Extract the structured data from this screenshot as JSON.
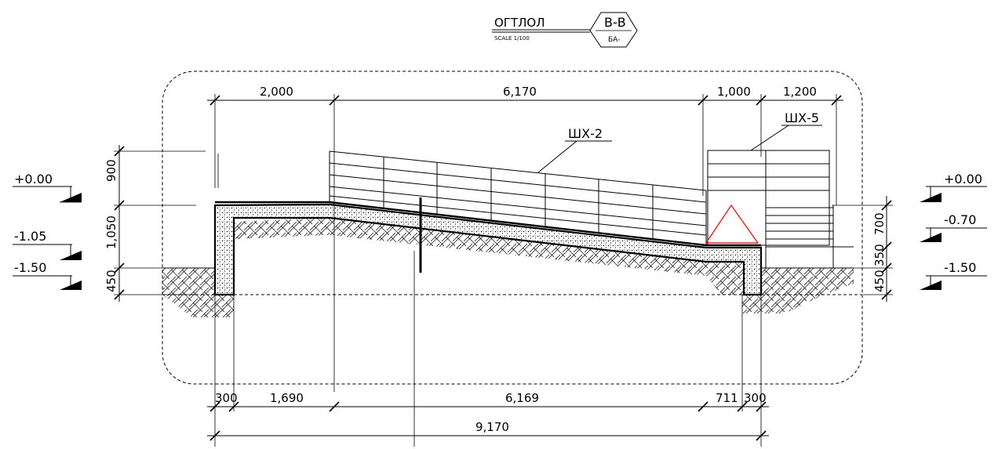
{
  "title": {
    "name": "ОГТЛОЛ",
    "scale": "SCALE 1/100",
    "section": "В-В",
    "sheet": "БА-"
  },
  "dimensions": {
    "top": [
      "2,000",
      "6,170",
      "1,000",
      "1,200"
    ],
    "bottom": [
      "300",
      "1,690",
      "6,169",
      "711",
      "300"
    ],
    "total": "9,170",
    "left_vertical": [
      "900",
      "1,050",
      "450"
    ],
    "right_vertical": [
      "700",
      "350",
      "450"
    ]
  },
  "levels": {
    "left": [
      "+0.00",
      "-1.05",
      "-1.50"
    ],
    "right": [
      "+0.00",
      "-0.70",
      "-1.50"
    ]
  },
  "labels": {
    "railing": "ШХ-2",
    "stair": "ШХ-5"
  }
}
